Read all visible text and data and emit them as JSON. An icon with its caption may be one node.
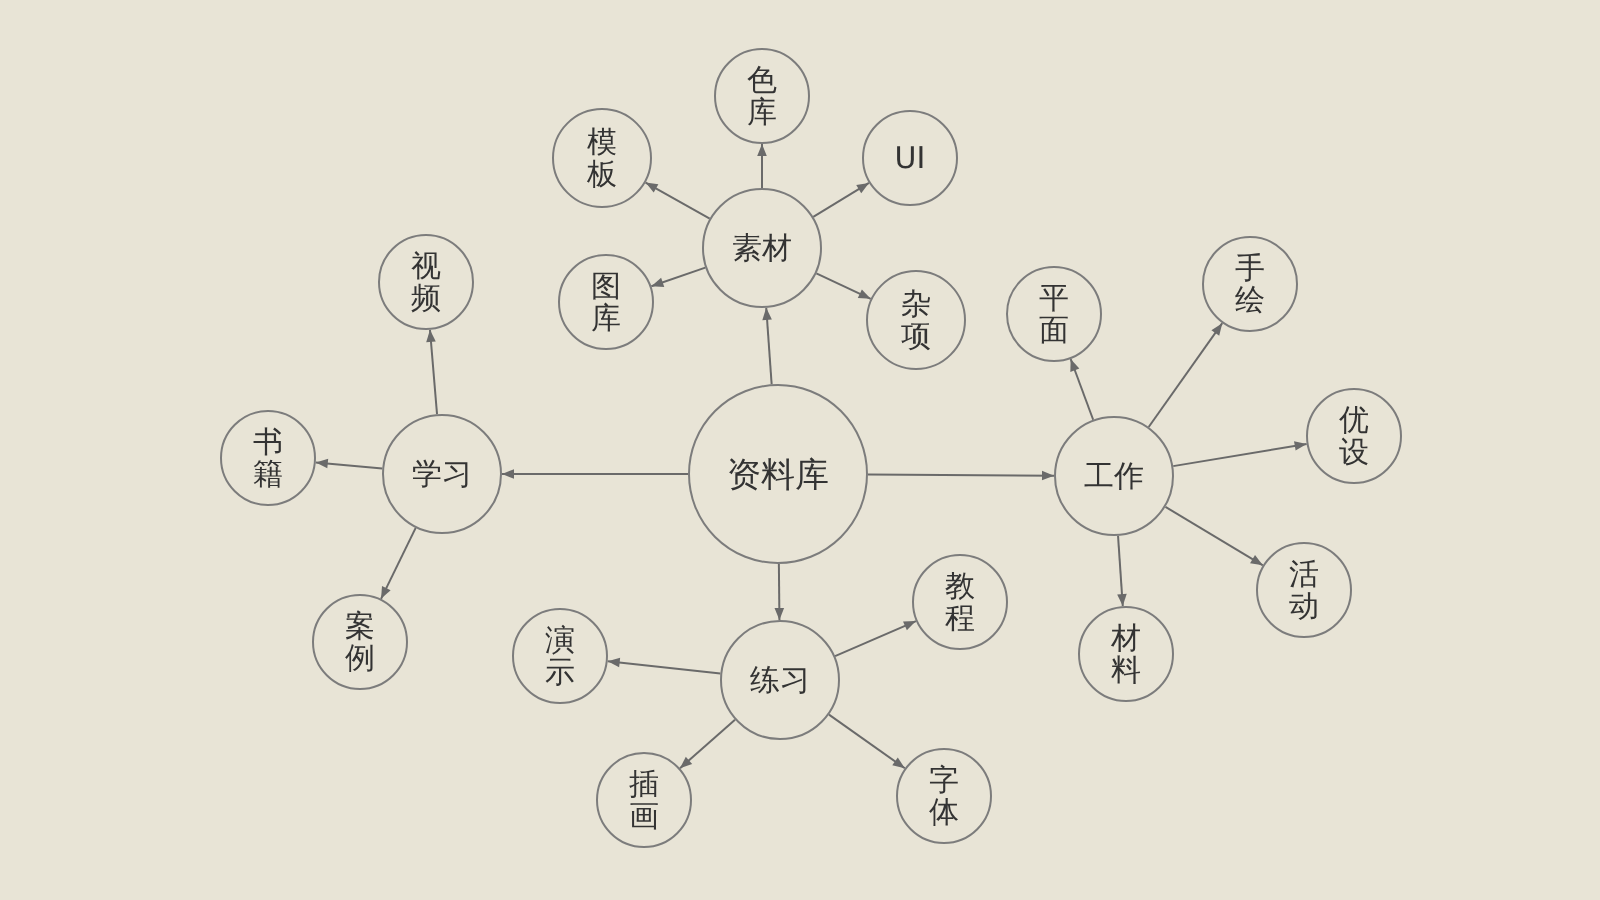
{
  "diagram": {
    "nodes": [
      {
        "text": [
          "资料库"
        ]
      },
      {
        "text": [
          "素材"
        ]
      },
      {
        "text": [
          "色库"
        ]
      },
      {
        "text": [
          "模板"
        ]
      },
      {
        "text": [
          "UI"
        ]
      },
      {
        "text": [
          "图库"
        ]
      },
      {
        "text": [
          "杂项"
        ]
      },
      {
        "text": [
          "学习"
        ]
      },
      {
        "text": [
          "视频"
        ]
      },
      {
        "text": [
          "书籍"
        ]
      },
      {
        "text": [
          "案例"
        ]
      },
      {
        "text": [
          "工作"
        ]
      },
      {
        "text": [
          "平面"
        ]
      },
      {
        "text": [
          "手绘"
        ]
      },
      {
        "text": [
          "优设"
        ]
      },
      {
        "text": [
          "活动"
        ]
      },
      {
        "text": [
          "材料"
        ]
      },
      {
        "text": [
          "练习"
        ]
      },
      {
        "text": [
          "演示"
        ]
      },
      {
        "text": [
          "教程"
        ]
      },
      {
        "text": [
          "插画"
        ]
      },
      {
        "text": [
          "字体"
        ]
      }
    ],
    "edges": [
      {
        "from": 0,
        "to": 1,
        "arrow": "to"
      },
      {
        "from": 0,
        "to": 7,
        "arrow": "to"
      },
      {
        "from": 0,
        "to": 11,
        "arrow": "to"
      },
      {
        "from": 0,
        "to": 17,
        "arrow": "to"
      },
      {
        "from": 1,
        "to": 2,
        "arrow": "to"
      },
      {
        "from": 1,
        "to": 3,
        "arrow": "to"
      },
      {
        "from": 1,
        "to": 4,
        "arrow": "to"
      },
      {
        "from": 1,
        "to": 5,
        "arrow": "to"
      },
      {
        "from": 1,
        "to": 6,
        "arrow": "to"
      },
      {
        "from": 7,
        "to": 8,
        "arrow": "to"
      },
      {
        "from": 7,
        "to": 9,
        "arrow": "to"
      },
      {
        "from": 7,
        "to": 10,
        "arrow": "to"
      },
      {
        "from": 11,
        "to": 12,
        "arrow": "to"
      },
      {
        "from": 11,
        "to": 13,
        "arrow": "to"
      },
      {
        "from": 11,
        "to": 14,
        "arrow": "to"
      },
      {
        "from": 11,
        "to": 15,
        "arrow": "to"
      },
      {
        "from": 11,
        "to": 16,
        "arrow": "to"
      },
      {
        "from": 17,
        "to": 18,
        "arrow": "to"
      },
      {
        "from": 17,
        "to": 19,
        "arrow": "to"
      },
      {
        "from": 17,
        "to": 20,
        "arrow": "to"
      },
      {
        "from": 17,
        "to": 21,
        "arrow": "to"
      }
    ]
  }
}
